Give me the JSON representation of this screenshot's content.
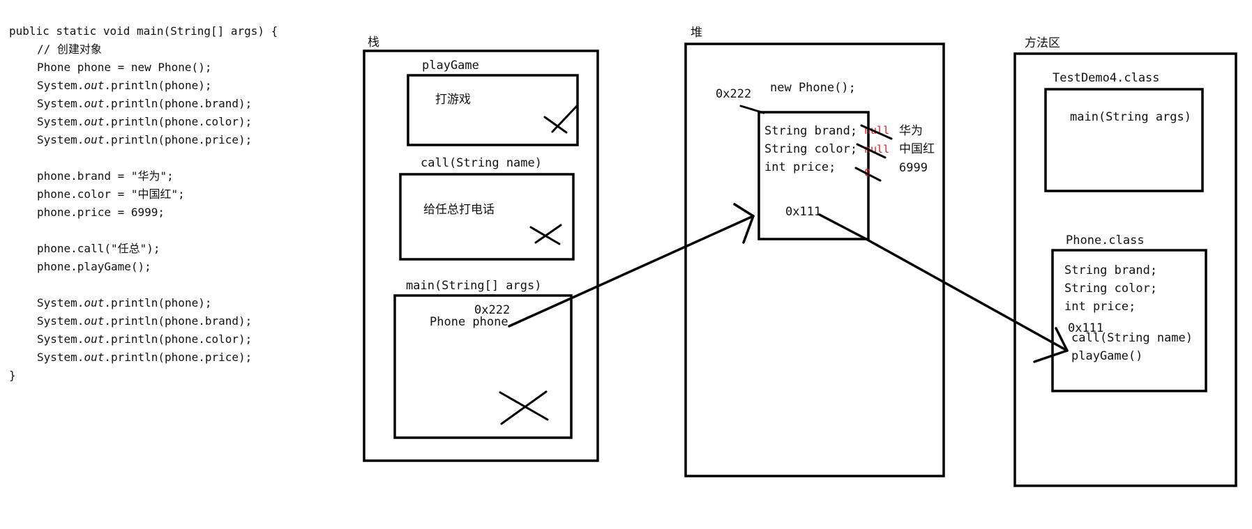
{
  "code": {
    "lines": [
      {
        "text": "public static void main(String[] args) {",
        "indent": 0
      },
      {
        "text": "// 创建对象",
        "indent": 2
      },
      {
        "text": "Phone phone = new Phone();",
        "indent": 2
      },
      {
        "pre": "System.",
        "em": "out",
        "post": ".println(phone);",
        "indent": 2
      },
      {
        "pre": "System.",
        "em": "out",
        "post": ".println(phone.brand);",
        "indent": 2
      },
      {
        "pre": "System.",
        "em": "out",
        "post": ".println(phone.color);",
        "indent": 2
      },
      {
        "pre": "System.",
        "em": "out",
        "post": ".println(phone.price);",
        "indent": 2
      },
      {
        "text": "",
        "indent": 0
      },
      {
        "text": "phone.brand = \"华为\";",
        "indent": 2
      },
      {
        "text": "phone.color = \"中国红\";",
        "indent": 2
      },
      {
        "text": "phone.price = 6999;",
        "indent": 2
      },
      {
        "text": "",
        "indent": 0
      },
      {
        "text": "phone.call(\"任总\");",
        "indent": 2
      },
      {
        "text": "phone.playGame();",
        "indent": 2
      },
      {
        "text": "",
        "indent": 0
      },
      {
        "pre": "System.",
        "em": "out",
        "post": ".println(phone);",
        "indent": 2
      },
      {
        "pre": "System.",
        "em": "out",
        "post": ".println(phone.brand);",
        "indent": 2
      },
      {
        "pre": "System.",
        "em": "out",
        "post": ".println(phone.color);",
        "indent": 2
      },
      {
        "pre": "System.",
        "em": "out",
        "post": ".println(phone.price);",
        "indent": 2
      },
      {
        "text": "}",
        "indent": 0
      }
    ]
  },
  "stack": {
    "title": "栈",
    "play_game": {
      "name": "playGame",
      "content": "打游戏"
    },
    "call": {
      "name": "call(String name)",
      "content": "给任总打电话"
    },
    "main": {
      "name": "main(String[] args)",
      "address": "0x222",
      "variable": "Phone phone"
    }
  },
  "heap": {
    "title": "堆",
    "address": "0x222",
    "creation": "new Phone();",
    "fields": [
      "String brand;",
      "String color;",
      "int price;"
    ],
    "initial_values": [
      "null",
      "null",
      "0"
    ],
    "assigned_values": [
      "华为",
      "中国红",
      "6999"
    ],
    "class_ref": "0x111"
  },
  "method_area": {
    "title": "方法区",
    "testdemo": {
      "name": "TestDemo4.class",
      "methods": [
        "main(String args)"
      ]
    },
    "phone": {
      "name": "Phone.class",
      "fields": [
        "String brand;",
        "String color;",
        "int price;"
      ],
      "address": "0x111",
      "methods": [
        "call(String name)",
        "playGame()"
      ]
    }
  },
  "colors": {
    "ink": "#000000",
    "text": "#111111",
    "initial_value": "#e02020",
    "background": "#ffffff"
  }
}
